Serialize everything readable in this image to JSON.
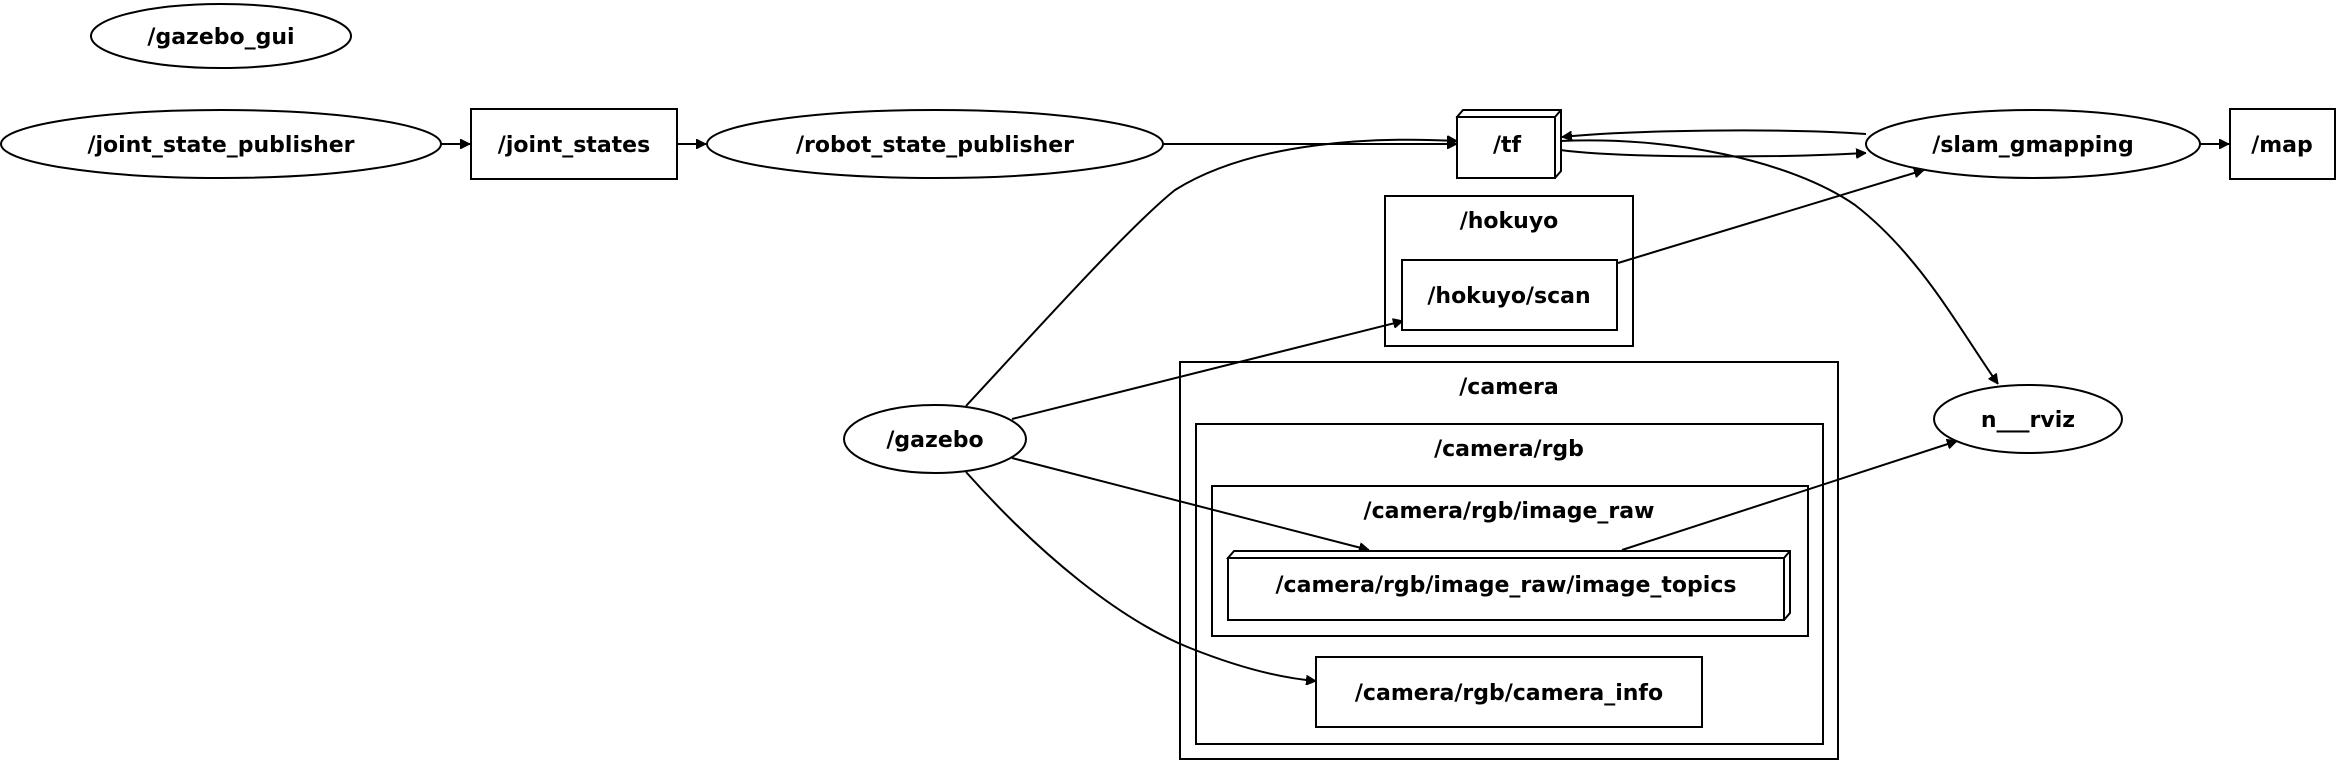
{
  "graph": {
    "nodes": {
      "gazebo_gui": "/gazebo_gui",
      "joint_state_publisher": "/joint_state_publisher",
      "joint_states": "/joint_states",
      "robot_state_publisher": "/robot_state_publisher",
      "tf": "/tf",
      "slam_gmapping": "/slam_gmapping",
      "map": "/map",
      "hokuyo_scan": "/hokuyo/scan",
      "gazebo": "/gazebo",
      "rviz": "n___rviz",
      "image_topics": "/camera/rgb/image_raw/image_topics",
      "camera_info": "/camera/rgb/camera_info"
    },
    "clusters": {
      "hokuyo": "/hokuyo",
      "camera": "/camera",
      "camera_rgb": "/camera/rgb",
      "camera_rgb_image_raw": "/camera/rgb/image_raw"
    },
    "edges": [
      {
        "from": "/joint_state_publisher",
        "to": "/joint_states"
      },
      {
        "from": "/joint_states",
        "to": "/robot_state_publisher"
      },
      {
        "from": "/robot_state_publisher",
        "to": "/tf"
      },
      {
        "from": "/gazebo",
        "to": "/tf"
      },
      {
        "from": "/tf",
        "to": "/slam_gmapping"
      },
      {
        "from": "/slam_gmapping",
        "to": "/tf"
      },
      {
        "from": "/tf",
        "to": "n___rviz"
      },
      {
        "from": "/slam_gmapping",
        "to": "/map"
      },
      {
        "from": "/hokuyo/scan",
        "to": "/slam_gmapping"
      },
      {
        "from": "/gazebo",
        "to": "/hokuyo/scan"
      },
      {
        "from": "/gazebo",
        "to": "/camera/rgb/image_raw/image_topics"
      },
      {
        "from": "/gazebo",
        "to": "/camera/rgb/camera_info"
      },
      {
        "from": "/camera/rgb/image_raw/image_topics",
        "to": "n___rviz"
      }
    ]
  }
}
